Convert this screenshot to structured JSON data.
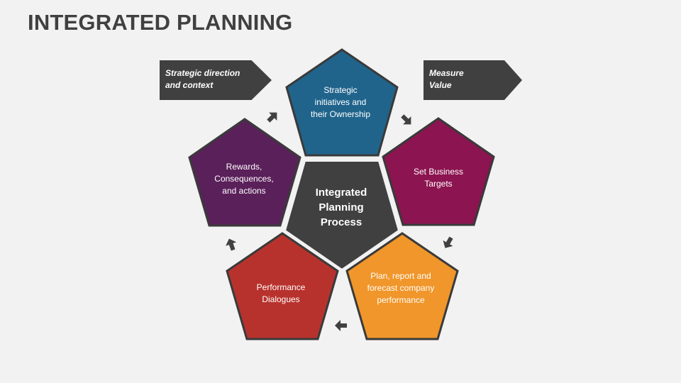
{
  "title": "INTEGRATED PLANNING",
  "tags": {
    "left": "Strategic direction\nand context",
    "right": "Measure\nValue"
  },
  "center": {
    "label": "Integrated\nPlanning\nProcess",
    "color": "#404040"
  },
  "steps": [
    {
      "label": "Strategic\ninitiatives and\ntheir Ownership",
      "color": "#20648c"
    },
    {
      "label": "Set Business\nTargets",
      "color": "#8c1450"
    },
    {
      "label": "Plan, report and\nforecast company\nperformance",
      "color": "#f0962a"
    },
    {
      "label": "Performance\nDialogues",
      "color": "#b8322d"
    },
    {
      "label": "Rewards,\nConsequences,\nand actions",
      "color": "#5a205a"
    }
  ],
  "arrow_color": "#404040",
  "outline_color": "#3a3a3a"
}
